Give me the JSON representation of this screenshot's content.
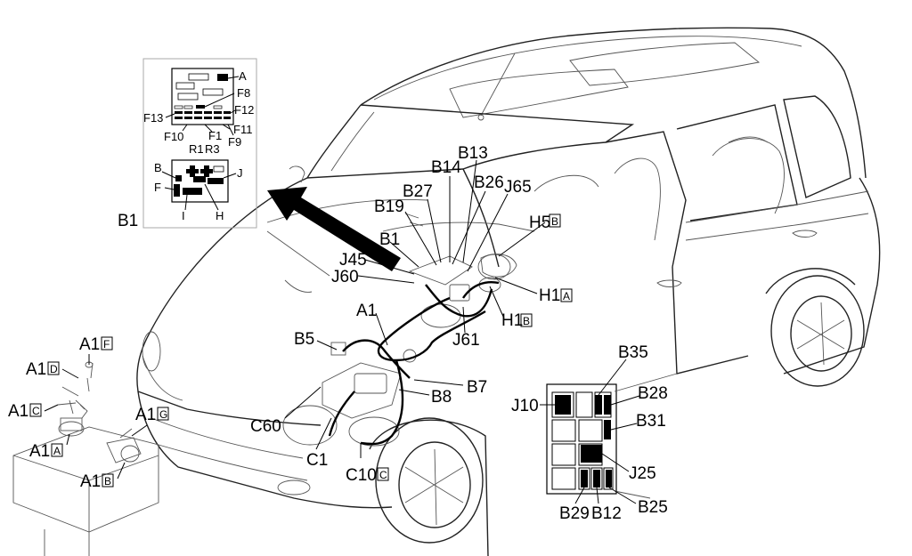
{
  "callouts": {
    "b1_panel": "B1",
    "b13": "B13",
    "b14": "B14",
    "b26": "B26",
    "b27": "B27",
    "j65": "J65",
    "b19": "B19",
    "b1": "B1",
    "h5": "H5",
    "h5_sub": "B",
    "j45": "J45",
    "j60": "J60",
    "h1a": "H1",
    "h1a_sub": "A",
    "h1b": "H1",
    "h1b_sub": "B",
    "a1": "A1",
    "j61": "J61",
    "b5": "B5",
    "b7": "B7",
    "b8": "B8",
    "c60": "C60",
    "c1": "C1",
    "c10": "C10",
    "c10_sub": "C",
    "a1f": "A1",
    "a1f_sub": "F",
    "a1d": "A1",
    "a1d_sub": "D",
    "a1c": "A1",
    "a1c_sub": "C",
    "a1g": "A1",
    "a1g_sub": "G",
    "a1a": "A1",
    "a1a_sub": "A",
    "a1b": "A1",
    "a1b_sub": "B",
    "b35": "B35",
    "j10": "J10",
    "b28": "B28",
    "b31": "B31",
    "j25": "J25",
    "b29": "B29",
    "b12": "B12",
    "b25": "B25"
  },
  "fusebox": {
    "a": "A",
    "f8": "F8",
    "f13": "F13",
    "f12": "F12",
    "f10": "F10",
    "f1": "F1",
    "f11": "F11",
    "f9": "F9",
    "r1": "R1",
    "r3": "R3",
    "b": "B",
    "j": "J",
    "f": "F",
    "i": "I",
    "h": "H"
  }
}
